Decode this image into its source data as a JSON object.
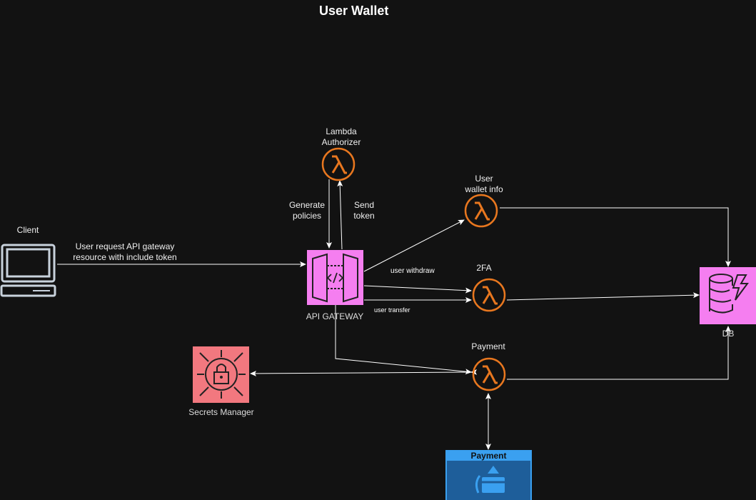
{
  "title": "User Wallet",
  "nodes": {
    "client": {
      "label": "Client",
      "icon": "laptop-icon"
    },
    "authorizer": {
      "label": "Lambda\nAuthorizer",
      "icon": "lambda-icon"
    },
    "api_gateway": {
      "label": "API GATEWAY",
      "icon": "api-gateway-icon"
    },
    "wallet_info": {
      "label": "User\nwallet info",
      "icon": "lambda-icon"
    },
    "two_fa": {
      "label": "2FA",
      "icon": "lambda-icon"
    },
    "payment_fn": {
      "label": "Payment",
      "icon": "lambda-icon"
    },
    "db": {
      "label": "DB",
      "icon": "dynamodb-icon"
    },
    "secrets": {
      "label": "Secrets Manager",
      "icon": "secrets-manager-icon"
    },
    "payment_svc": {
      "label": "Payment",
      "icon": "credit-card-icon"
    }
  },
  "edges": {
    "client_to_api": "User request API gateway\nresource with include token",
    "generate_policies": "Generate\npolicies",
    "send_token": "Send\ntoken",
    "user_withdraw": "user withdraw",
    "user_transfer": "user transfer"
  },
  "colors": {
    "background": "#121212",
    "lambda": "#e8771f",
    "api_gateway": "#f57ef0",
    "dynamodb": "#f57ef0",
    "secrets": "#f2787f",
    "payment_header": "#3aa0f0",
    "payment_body": "#1e5e9a",
    "edge": "#ffffff"
  }
}
